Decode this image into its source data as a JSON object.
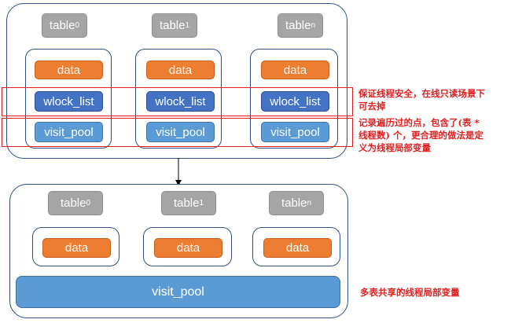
{
  "top": {
    "tables": [
      {
        "name": "table",
        "sub": "0"
      },
      {
        "name": "table",
        "sub": "1"
      },
      {
        "name": "table",
        "sub": "n"
      }
    ],
    "data_label": "data",
    "wlock_label": "wlock_list",
    "visit_label": "visit_pool"
  },
  "bottom": {
    "tables": [
      {
        "name": "table",
        "sub": "0"
      },
      {
        "name": "table",
        "sub": "1"
      },
      {
        "name": "table",
        "sub": "n"
      }
    ],
    "data_label": "data",
    "visit_label": "visit_pool"
  },
  "notes": {
    "wlock_note_line1": "保证线程安全，在线只读场景下",
    "wlock_note_line2": "可去掉",
    "visit_note_line1": "记录遍历过的点，包含了(表 *",
    "visit_note_line2": "线程数) 个，更合理的做法是定",
    "visit_note_line3": "义为线程局部变量",
    "shared_note": "多表共享的线程局部变量"
  },
  "colors": {
    "table": "#a5a5a5",
    "data": "#ed7d31",
    "wlock": "#4472c4",
    "visit": "#5b9bd5",
    "annotation": "#e02020",
    "border": "#2f4e86"
  }
}
